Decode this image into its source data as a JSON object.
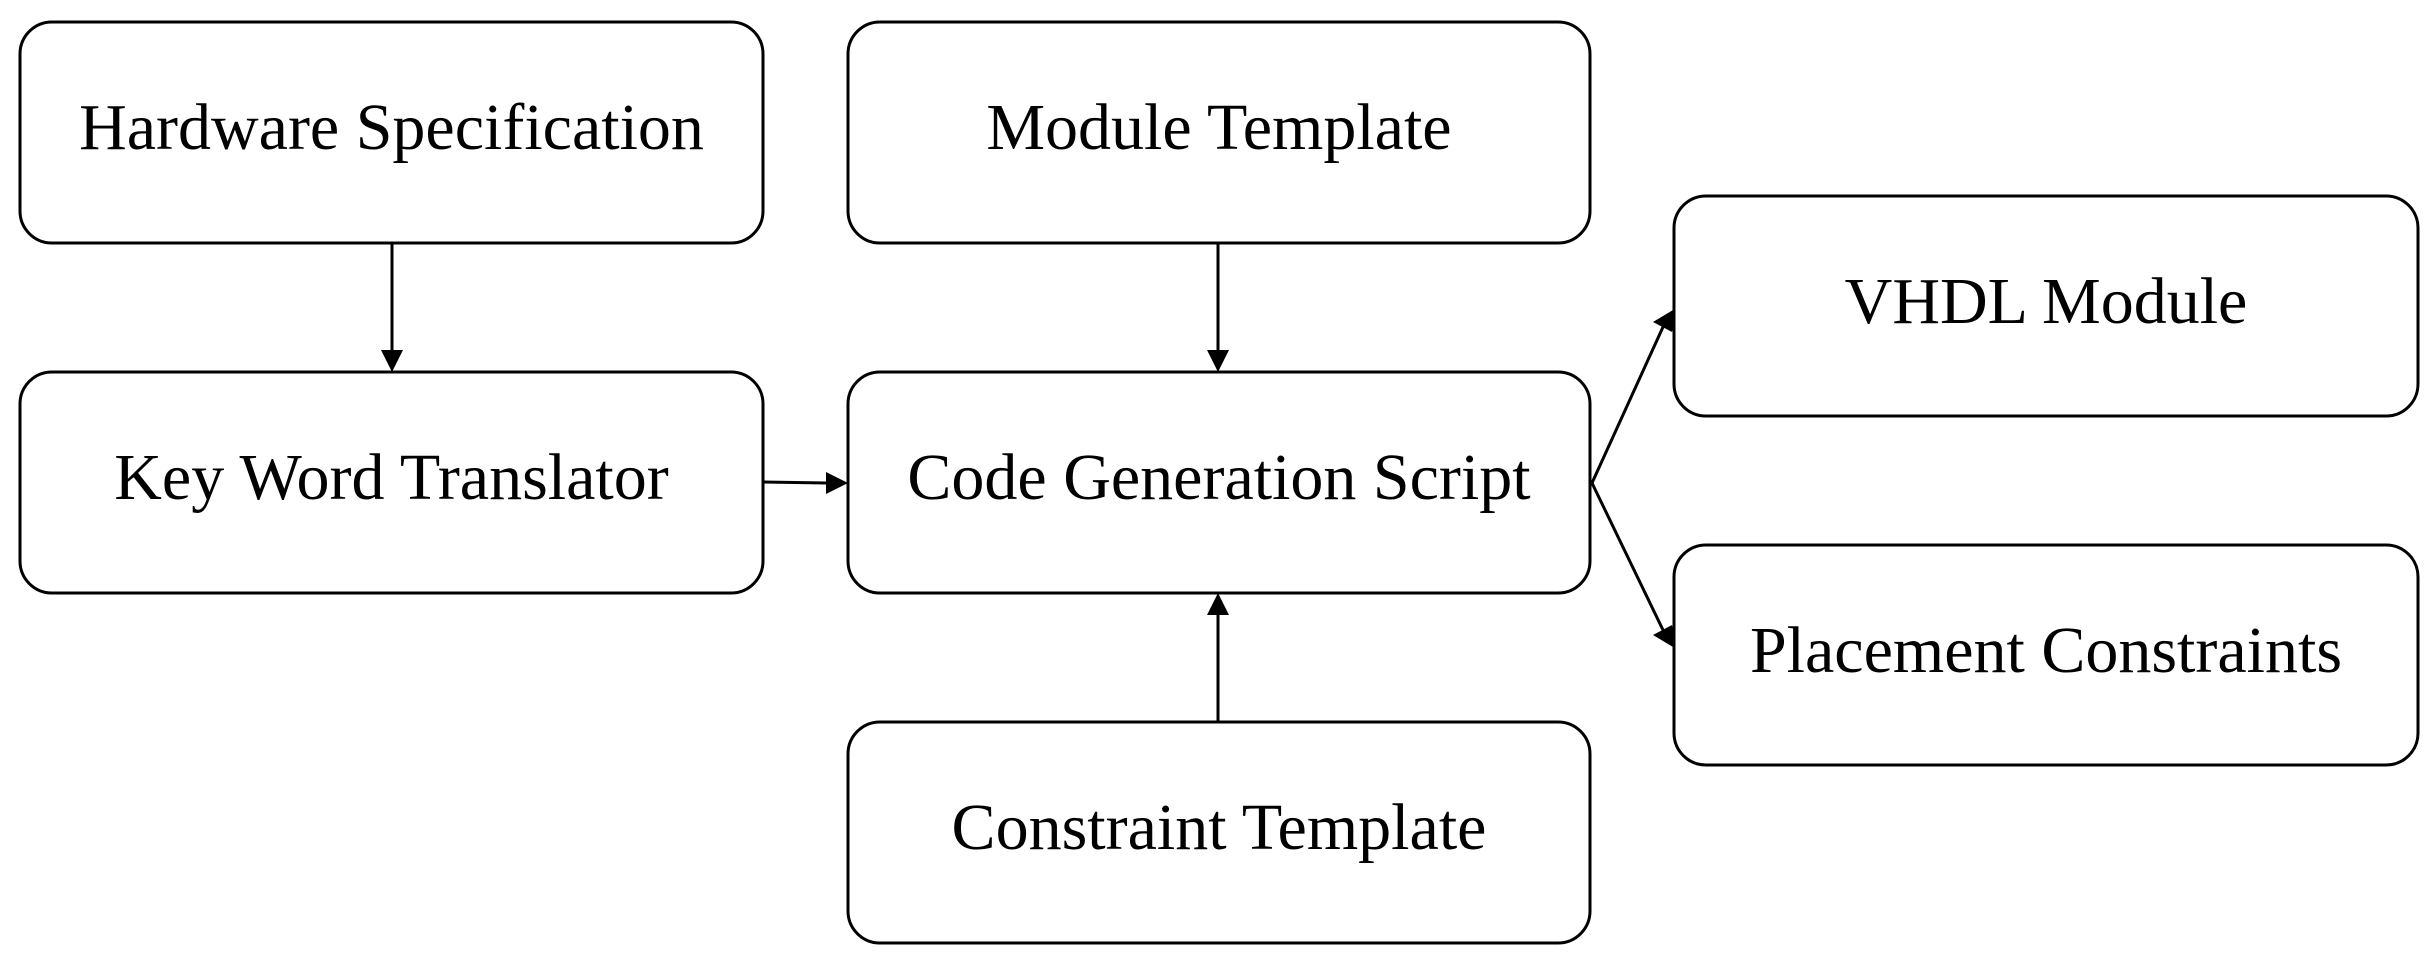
{
  "nodes": {
    "hardware_specification": "Hardware Specification",
    "module_template": "Module Template",
    "key_word_translator": "Key Word Translator",
    "code_generation_script": "Code Generation Script",
    "constraint_template": "Constraint Template",
    "vhdl_module": "VHDL Module",
    "placement_constraints": "Placement Constraints"
  },
  "edges": [
    {
      "from": "hardware_specification",
      "to": "key_word_translator"
    },
    {
      "from": "module_template",
      "to": "code_generation_script"
    },
    {
      "from": "key_word_translator",
      "to": "code_generation_script"
    },
    {
      "from": "constraint_template",
      "to": "code_generation_script"
    },
    {
      "from": "code_generation_script",
      "to": "vhdl_module"
    },
    {
      "from": "code_generation_script",
      "to": "placement_constraints"
    }
  ]
}
